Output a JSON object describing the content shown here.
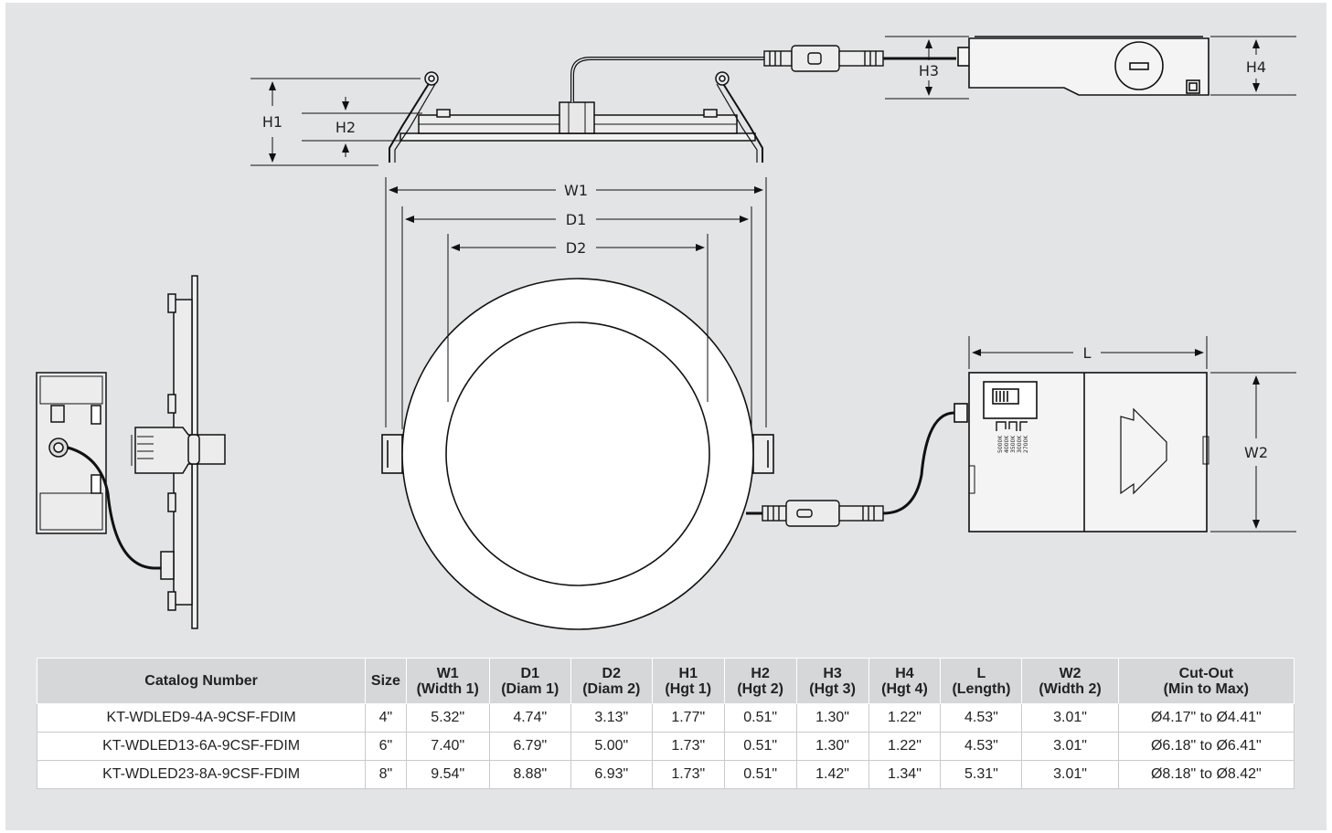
{
  "dimension_labels": {
    "h1": "H1",
    "h2": "H2",
    "h3": "H3",
    "h4": "H4",
    "w1": "W1",
    "d1": "D1",
    "d2": "D2",
    "l": "L",
    "w2": "W2"
  },
  "switch_labels": [
    "5000K",
    "4000K",
    "3500K",
    "3000K",
    "2700K"
  ],
  "table": {
    "headers": [
      {
        "line1": "Catalog Number",
        "line2": ""
      },
      {
        "line1": "Size",
        "line2": ""
      },
      {
        "line1": "W1",
        "line2": "(Width 1)"
      },
      {
        "line1": "D1",
        "line2": "(Diam 1)"
      },
      {
        "line1": "D2",
        "line2": "(Diam 2)"
      },
      {
        "line1": "H1",
        "line2": "(Hgt 1)"
      },
      {
        "line1": "H2",
        "line2": "(Hgt 2)"
      },
      {
        "line1": "H3",
        "line2": "(Hgt 3)"
      },
      {
        "line1": "H4",
        "line2": "(Hgt 4)"
      },
      {
        "line1": "L",
        "line2": "(Length)"
      },
      {
        "line1": "W2",
        "line2": "(Width 2)"
      },
      {
        "line1": "Cut-Out",
        "line2": "(Min to Max)"
      }
    ],
    "rows": [
      [
        "KT-WDLED9-4A-9CSF-FDIM",
        "4\"",
        "5.32\"",
        "4.74\"",
        "3.13\"",
        "1.77\"",
        "0.51\"",
        "1.30\"",
        "1.22\"",
        "4.53\"",
        "3.01\"",
        "Ø4.17\" to Ø4.41\""
      ],
      [
        "KT-WDLED13-6A-9CSF-FDIM",
        "6\"",
        "7.40\"",
        "6.79\"",
        "5.00\"",
        "1.73\"",
        "0.51\"",
        "1.30\"",
        "1.22\"",
        "4.53\"",
        "3.01\"",
        "Ø6.18\" to Ø6.41\""
      ],
      [
        "KT-WDLED23-8A-9CSF-FDIM",
        "8\"",
        "9.54\"",
        "8.88\"",
        "6.93\"",
        "1.73\"",
        "0.51\"",
        "1.42\"",
        "1.34\"",
        "5.31\"",
        "3.01\"",
        "Ø8.18\" to Ø8.42\""
      ]
    ]
  }
}
